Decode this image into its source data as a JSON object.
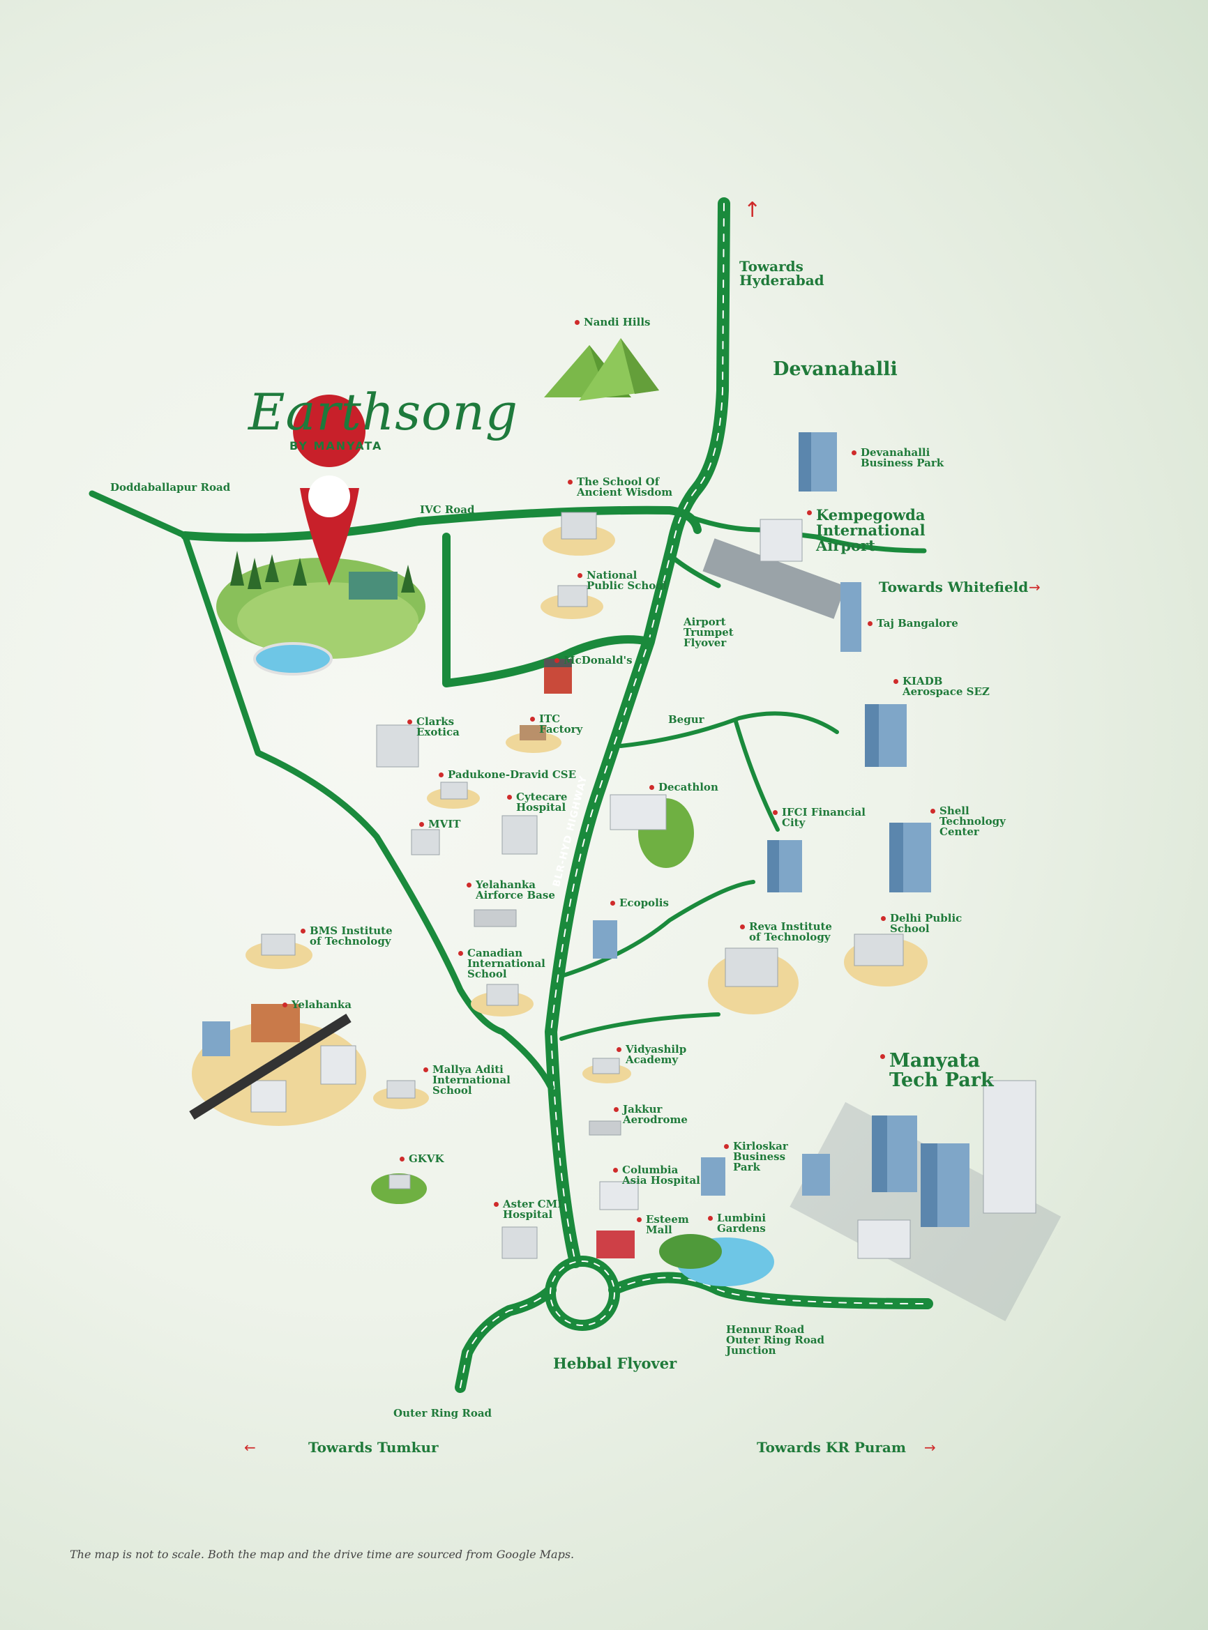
{
  "brand": {
    "name": "Earthsong",
    "byline": "BY MANYATA"
  },
  "colors": {
    "road": "#1a8a3c",
    "dot": "#cf2b2b",
    "label": "#1f7a3a",
    "water": "#6ec6e6",
    "sand": "#efd79a"
  },
  "roads": {
    "doddaballapur": "Doddaballapur Road",
    "ivc": "IVC Road",
    "highway": "BLR-HYD HIGHWAY",
    "outer_ring": "Outer Ring Road",
    "begur": "Begur",
    "trumpet": "Airport\nTrumpet\nFlyover",
    "hebbal": "Hebbal Flyover",
    "hennur": "Hennur Road\nOuter Ring Road\nJunction"
  },
  "directions": {
    "hyderabad": "Towards\nHyderabad",
    "whitefield": "Towards Whitefield",
    "tumkur": "Towards Tumkur",
    "kr_puram": "Towards KR Puram"
  },
  "regions": {
    "devanahalli": "Devanahalli"
  },
  "places": {
    "nandi_hills": "Nandi Hills",
    "school_ancient": "The School Of\nAncient Wisdom",
    "nps": "National\nPublic School",
    "mcdonalds": "McDonald's",
    "itc": "ITC\nFactory",
    "clarks": "Clarks\nExotica",
    "padukone": "Padukone-Dravid CSE",
    "cytecare": "Cytecare\nHospital",
    "mvit": "MVIT",
    "yelahanka_afb": "Yelahanka\nAirforce Base",
    "bms": "BMS Institute\nof Technology",
    "canadian": "Canadian\nInternational\nSchool",
    "yelahanka": "Yelahanka",
    "mallya": "Mallya Aditi\nInternational\nSchool",
    "gkvk": "GKVK",
    "aster": "Aster CMI\nHospital",
    "devanahalli_bp": "Devanahalli\nBusiness Park",
    "kia": "Kempegowda\nInternational\nAirport",
    "taj": "Taj Bangalore",
    "kiadb": "KIADB\nAerospace SEZ",
    "decathlon": "Decathlon",
    "ifci": "IFCI Financial\nCity",
    "shell": "Shell\nTechnology\nCenter",
    "ecopolis": "Ecopolis",
    "reva": "Reva Institute\nof Technology",
    "dps": "Delhi Public\nSchool",
    "vidyashilp": "Vidyashilp\nAcademy",
    "jakkur": "Jakkur\nAerodrome",
    "manyata": "Manyata\nTech Park",
    "kirloskar": "Kirloskar\nBusiness\nPark",
    "columbia": "Columbia\nAsia Hospital",
    "esteem": "Esteem\nMall",
    "lumbini": "Lumbini\nGardens"
  },
  "footnote": "The map is not to scale. Both the map and the drive time are sourced from Google Maps."
}
